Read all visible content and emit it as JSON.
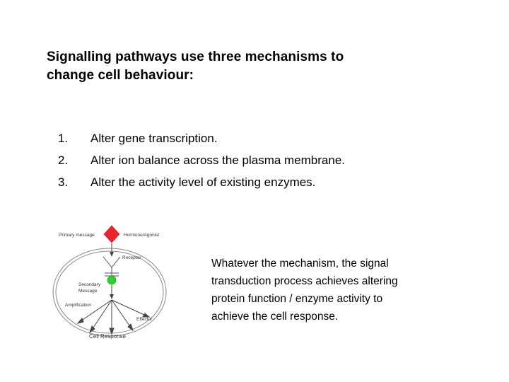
{
  "slide": {
    "background_color": "#ffffff",
    "text_color": "#000000",
    "heading": {
      "line1": "Signalling pathways use three mechanisms to",
      "line2": "change cell behaviour:"
    },
    "list": [
      {
        "number": "1.",
        "text": "Alter gene transcription."
      },
      {
        "number": "2.",
        "text": "Alter ion balance across the plasma membrane."
      },
      {
        "number": "3.",
        "text": "Alter the activity level of existing enzymes."
      }
    ],
    "paragraph": {
      "line1": "Whatever the mechanism, the signal",
      "line2": "transduction process achieves altering",
      "line3": "protein function / enzyme activity to",
      "line4": "achieve the cell response."
    },
    "diagram": {
      "title": "signal-transduction-diagram",
      "labels": {
        "primary_message": "Primary message",
        "hormone_agonist": "Hormone/Agonist",
        "receptor": "Receptor",
        "secondary_message_line1": "Secondary",
        "secondary_message_line2": "Message",
        "amplification": "Amplification",
        "effector": "Effector",
        "cell_response": "Cell Response"
      },
      "colors": {
        "hormone_diamond": "#e8252a",
        "secondary_messenger_circle": "#33cc33",
        "line": "#555555",
        "membrane": "#888888"
      }
    }
  }
}
